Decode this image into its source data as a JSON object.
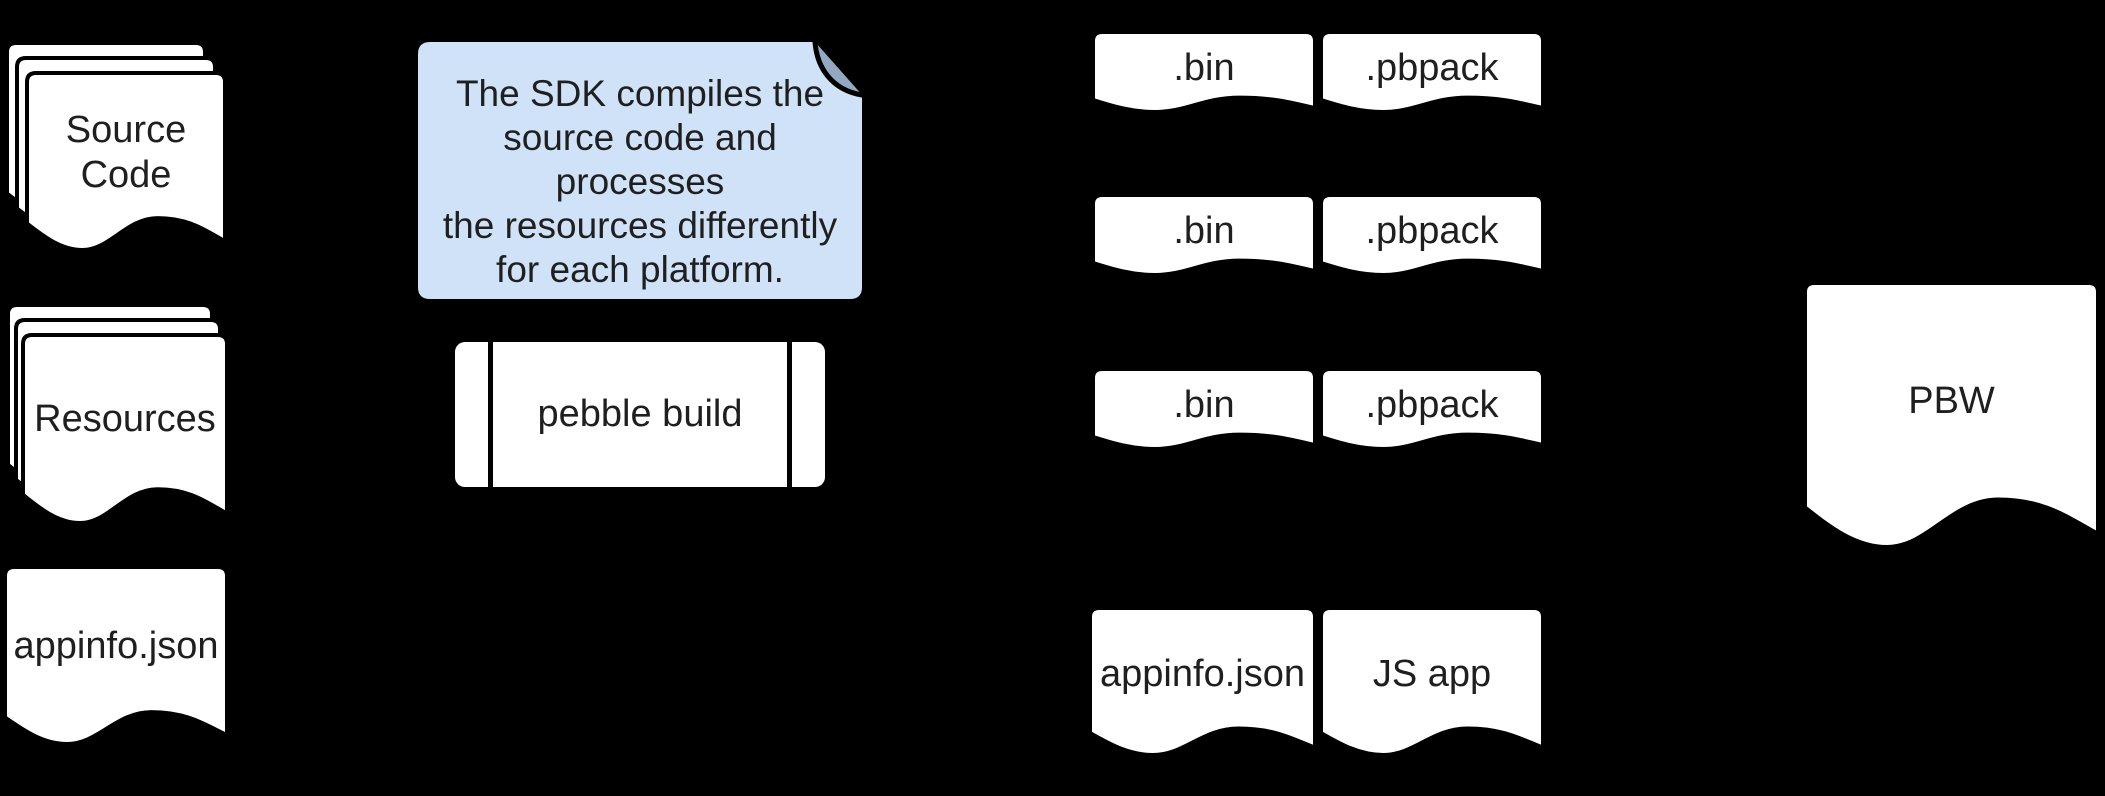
{
  "colors": {
    "background": "#000000",
    "doc_fill": "#ffffff",
    "doc_stroke": "#000000",
    "text": "#1f1f1f",
    "note_fill": "#cfe2f7",
    "note_fold_fill": "#93a9c1"
  },
  "nodes": {
    "source_code": {
      "label": "Source\nCode"
    },
    "resources": {
      "label": "Resources"
    },
    "appinfo_input": {
      "label": "appinfo.json"
    },
    "note": {
      "text": "The SDK compiles the\nsource code and processes\nthe resources differently\nfor each platform."
    },
    "pebble_build": {
      "label": "pebble build"
    },
    "platform_rows": [
      {
        "bin": ".bin",
        "pbpack": ".pbpack"
      },
      {
        "bin": ".bin",
        "pbpack": ".pbpack"
      },
      {
        "bin": ".bin",
        "pbpack": ".pbpack"
      }
    ],
    "common_row": {
      "appinfo": "appinfo.json",
      "js_app": "JS app"
    },
    "pbw": {
      "label": "PBW"
    }
  }
}
